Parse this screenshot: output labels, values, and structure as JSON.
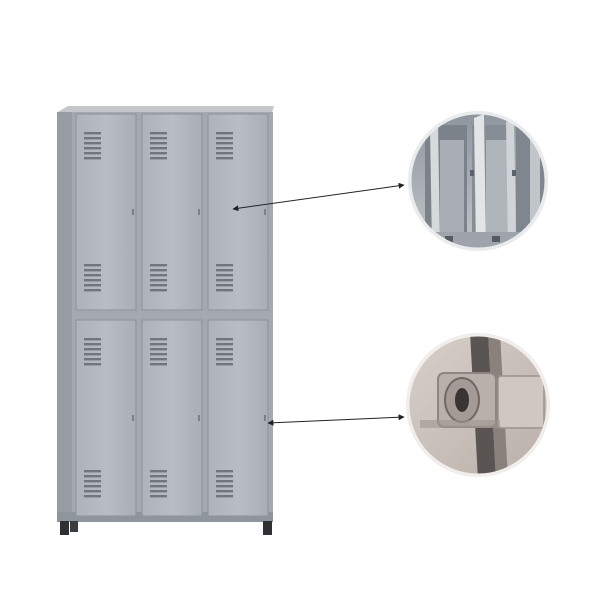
{
  "image": {
    "subject": "locker-cabinet",
    "door_columns": 3,
    "door_rows": 2,
    "detail_insets": 2,
    "colors": {
      "background": "#ffffff",
      "cabinet_body": "#a4a9b1",
      "cabinet_door": "#b2b7be",
      "cabinet_shadow": "#8c929b",
      "vent_slot": "#6f7680",
      "foot": "#2e3033",
      "arrow_line": "#222222",
      "inset_grey": "#c9ccd0",
      "inset_beige": "#c9bfba"
    }
  }
}
